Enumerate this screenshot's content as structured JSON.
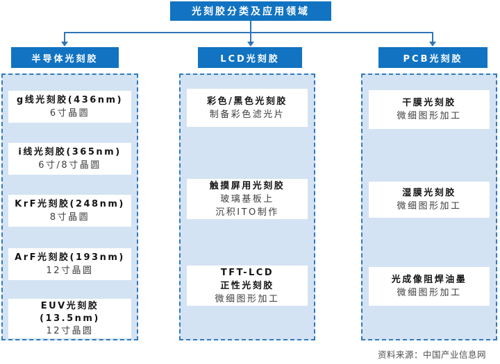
{
  "root": {
    "title": "光刻胶分类及应用领域"
  },
  "source_note": "资料来源：中国产业信息网",
  "colors": {
    "box_blue": "#1173c1",
    "dash_border_blue": "#2e79be",
    "container_fill": "#d4e3f3",
    "connector_blue": "#2e75b6",
    "item_bg": "#ffffff",
    "title_text": "#141414",
    "sub_text": "#3d3d3d"
  },
  "columns": [
    {
      "header": "半导体光刻胶",
      "items": [
        {
          "title_lines": [
            "g线光刻胶(436nm)"
          ],
          "sub_lines": [
            "6寸晶圆"
          ]
        },
        {
          "title_lines": [
            "i线光刻胶(365nm)"
          ],
          "sub_lines": [
            "6寸/8寸晶圆"
          ]
        },
        {
          "title_lines": [
            "KrF光刻胶(248nm)"
          ],
          "sub_lines": [
            "8寸晶圆"
          ]
        },
        {
          "title_lines": [
            "ArF光刻胶(193nm)"
          ],
          "sub_lines": [
            "12寸晶圆"
          ]
        },
        {
          "title_lines": [
            "EUV光刻胶",
            "(13.5nm)"
          ],
          "sub_lines": [
            "12寸晶圆"
          ]
        }
      ]
    },
    {
      "header": "LCD光刻胶",
      "items": [
        {
          "title_lines": [
            "彩色/黑色光刻胶"
          ],
          "sub_lines": [
            "制备彩色滤光片"
          ]
        },
        {
          "title_lines": [
            "触摸屏用光刻胶"
          ],
          "sub_lines": [
            "玻璃基板上",
            "沉积ITO制作"
          ]
        },
        {
          "title_lines": [
            "TFT-LCD",
            "正性光刻胶"
          ],
          "sub_lines": [
            "微细图形加工"
          ]
        }
      ]
    },
    {
      "header": "PCB光刻胶",
      "items": [
        {
          "title_lines": [
            "干膜光刻胶"
          ],
          "sub_lines": [
            "微细图形加工"
          ]
        },
        {
          "title_lines": [
            "湿膜光刻胶"
          ],
          "sub_lines": [
            "微细图形加工"
          ]
        },
        {
          "title_lines": [
            "光成像阻焊油墨"
          ],
          "sub_lines": [
            "微细图形加工"
          ]
        }
      ]
    }
  ]
}
